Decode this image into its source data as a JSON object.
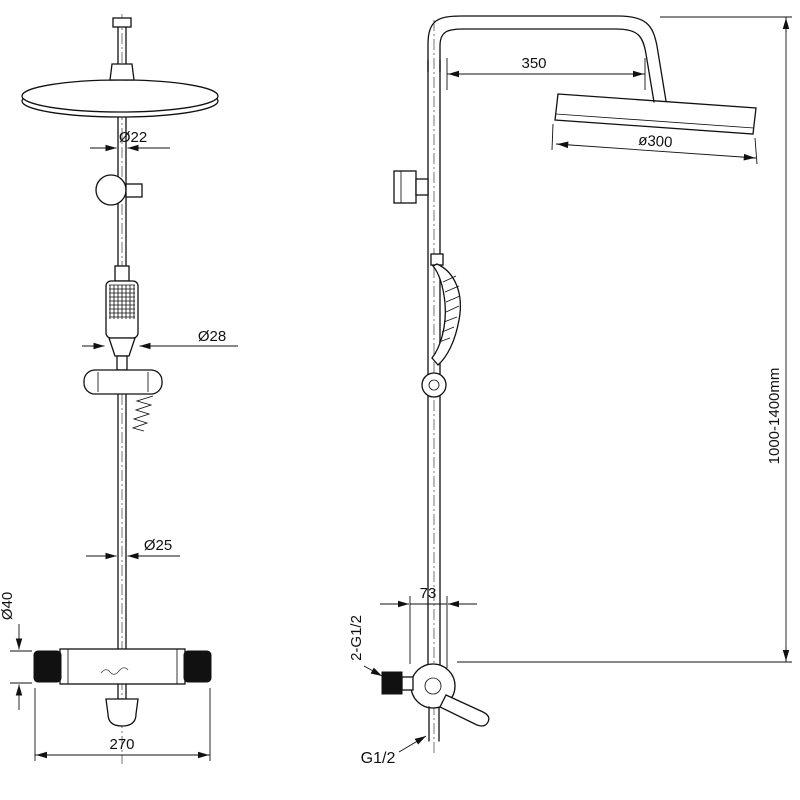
{
  "colors": {
    "ink": "#111111",
    "background": "#ffffff"
  },
  "front_view": {
    "dims": {
      "head_pipe_diameter": "Ø22",
      "hand_shower_diameter": "Ø28",
      "riser_diameter": "Ø25",
      "body_diameter": "Ø40",
      "body_width": "270"
    }
  },
  "side_view": {
    "dims": {
      "arm_reach": "350",
      "head_diameter": "ø300",
      "wall_offset": "73",
      "inlet_thread": "2-G1/2",
      "outlet_thread": "G1/2",
      "height_range": "1000-1400mm"
    }
  }
}
